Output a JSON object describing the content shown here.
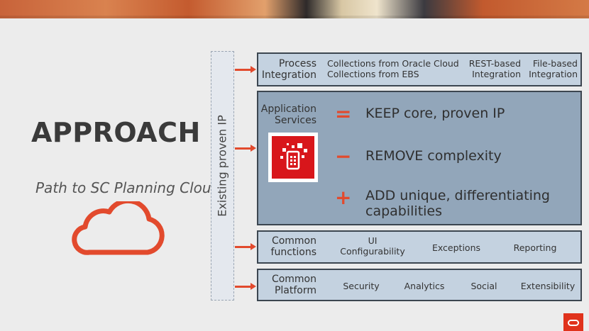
{
  "title": "APPROACH",
  "subtitle": "Path to SC Planning Cloud",
  "ip_label": "Existing proven IP",
  "process": {
    "label_line1": "Process",
    "label_line2": "Integration",
    "collections_oracle": "Collections from Oracle Cloud",
    "collections_ebs": "Collections from EBS",
    "rest_line1": "REST-based",
    "rest_line2": "Integration",
    "file_line1": "File-based",
    "file_line2": "Integration"
  },
  "app_services": {
    "label_line1": "Application",
    "label_line2": "Services",
    "keep_symbol": "=",
    "keep_text": "KEEP core, proven IP",
    "remove_symbol": "−",
    "remove_text": "REMOVE complexity",
    "add_symbol": "+",
    "add_line1": "ADD unique, differentiating",
    "add_line2": "capabilities"
  },
  "common_functions": {
    "label_line1": "Common",
    "label_line2": "functions",
    "ui_line1": "UI",
    "ui_line2": "Configurability",
    "exceptions": "Exceptions",
    "reporting": "Reporting"
  },
  "common_platform": {
    "label_line1": "Common",
    "label_line2": "Platform",
    "security": "Security",
    "analytics": "Analytics",
    "social": "Social",
    "extensibility": "Extensibility"
  },
  "colors": {
    "accent": "#e24a2d",
    "panel_light": "#c4d2e0",
    "panel_dark": "#92a6ba",
    "brand_red": "#d8161b"
  },
  "icons": [
    "cloud-outline-icon",
    "app-services-icon",
    "oracle-logo-icon"
  ]
}
